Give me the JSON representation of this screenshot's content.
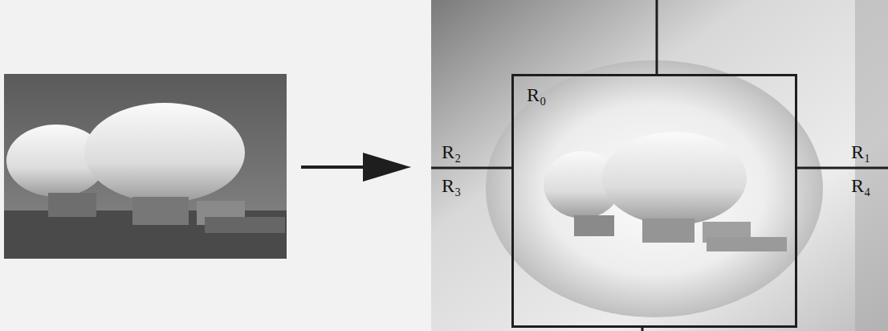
{
  "diagram": {
    "nodes": [
      {
        "text": [
          "R₀"
        ]
      }
    ],
    "labels": [
      "R₂",
      "R₃",
      "R₁",
      "R₄"
    ]
  }
}
